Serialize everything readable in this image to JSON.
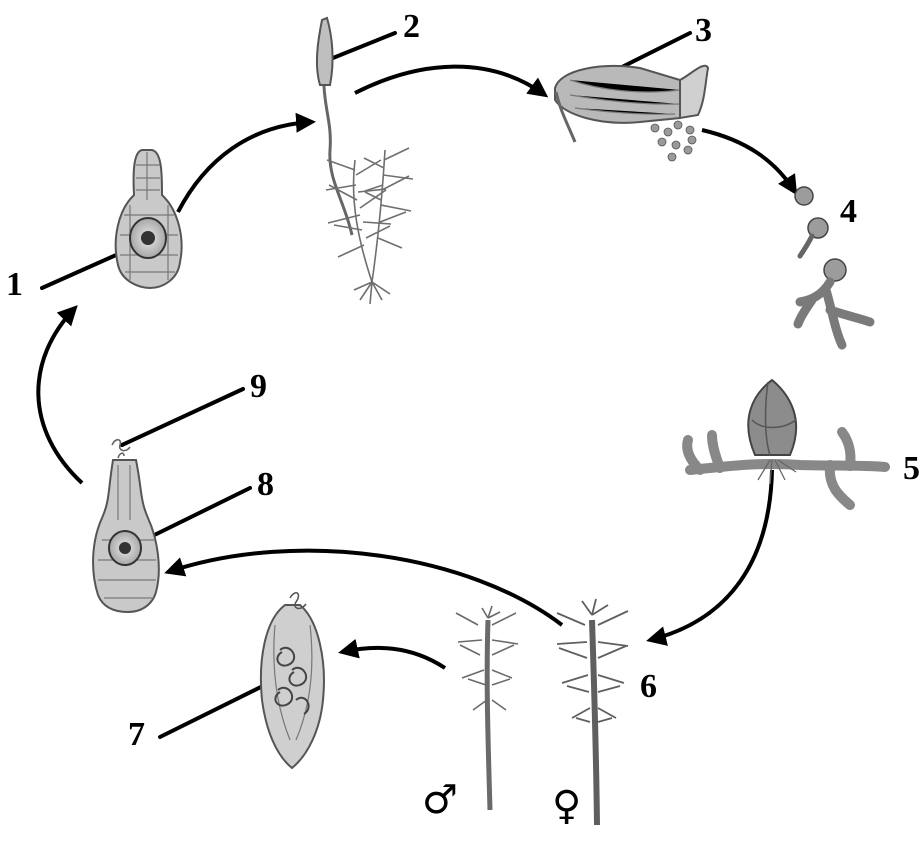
{
  "diagram": {
    "labels": {
      "l1": "1",
      "l2": "2",
      "l3": "3",
      "l4": "4",
      "l5": "5",
      "l6": "6",
      "l7": "7",
      "l8": "8",
      "l9": "9"
    },
    "symbols": {
      "male": "♂",
      "female": "♀"
    },
    "colors": {
      "ink": "#000000",
      "drawing": "#6b6b6b",
      "shade": "#a8a8a8",
      "light": "#d9d9d9"
    }
  }
}
